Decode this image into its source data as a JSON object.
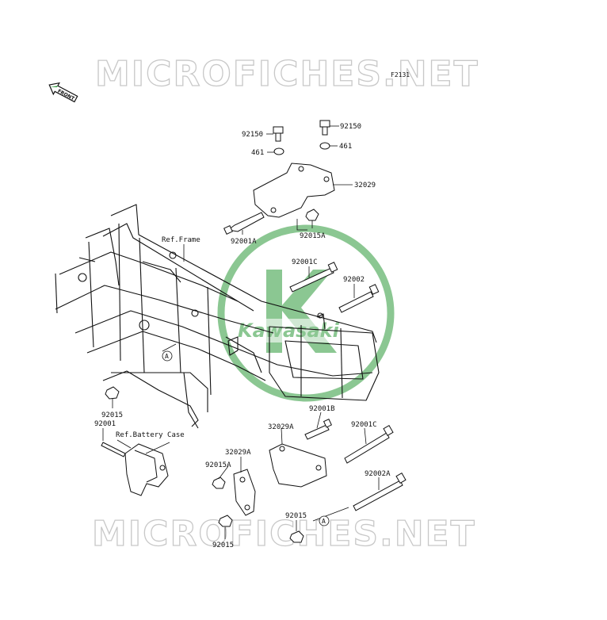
{
  "watermark": {
    "text": "MICROFICHES.NET"
  },
  "figure_code": "F2131",
  "front_badge": "FRONT",
  "logo": {
    "brand": "Kawasaki",
    "color": "#2e9a3a"
  },
  "labels": {
    "ref_frame": "Ref.Frame",
    "ref_battery_case": "Ref.Battery Case",
    "a_marker": "A"
  },
  "parts": [
    {
      "id": "p92150l",
      "number": "92150"
    },
    {
      "id": "p92150r",
      "number": "92150"
    },
    {
      "id": "p461l",
      "number": "461"
    },
    {
      "id": "p461r",
      "number": "461"
    },
    {
      "id": "p32029",
      "number": "32029"
    },
    {
      "id": "p92001A",
      "number": "92001A"
    },
    {
      "id": "p92015A_top",
      "number": "92015A"
    },
    {
      "id": "p92001C_top",
      "number": "92001C"
    },
    {
      "id": "p92002",
      "number": "92002"
    },
    {
      "id": "p92015_left",
      "number": "92015"
    },
    {
      "id": "p92001",
      "number": "92001"
    },
    {
      "id": "p92001B",
      "number": "92001B"
    },
    {
      "id": "p32029A_top",
      "number": "32029A"
    },
    {
      "id": "p92001C_bot",
      "number": "92001C"
    },
    {
      "id": "p32029A_left",
      "number": "32029A"
    },
    {
      "id": "p92015A_bot",
      "number": "92015A"
    },
    {
      "id": "p92002A",
      "number": "92002A"
    },
    {
      "id": "p92015_mid",
      "number": "92015"
    },
    {
      "id": "p92015_bot",
      "number": "92015"
    }
  ]
}
